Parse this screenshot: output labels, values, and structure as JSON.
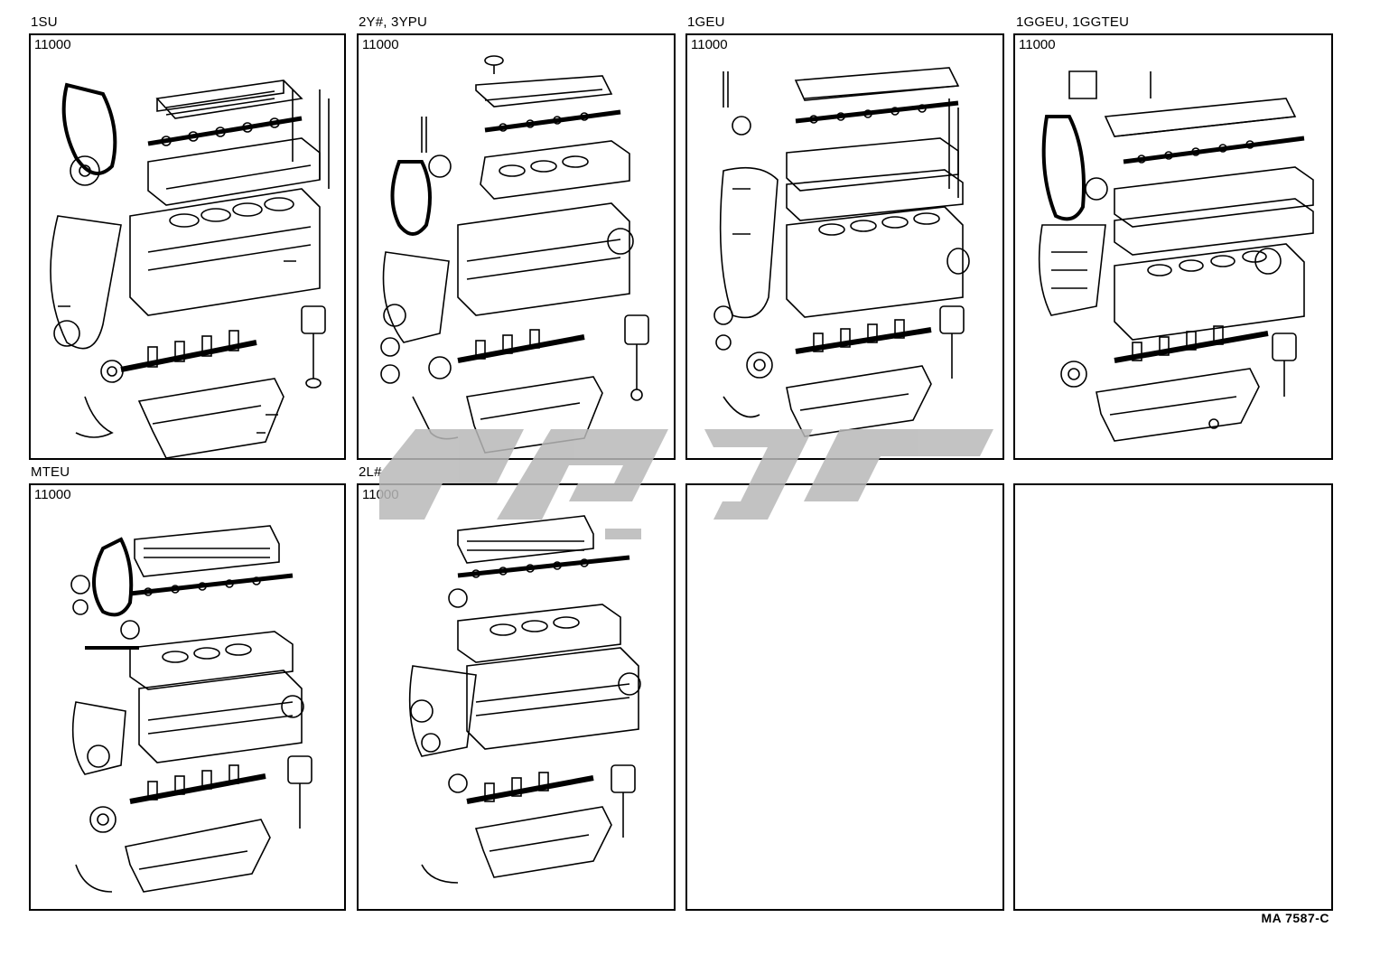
{
  "panels": [
    {
      "title": "1SU",
      "code": "11000"
    },
    {
      "title": "2Y#, 3YPU",
      "code": "11000"
    },
    {
      "title": "1GEU",
      "code": "11000"
    },
    {
      "title": "1GGEU, 1GGTEU",
      "code": "11000"
    },
    {
      "title": "MTEU",
      "code": "11000"
    },
    {
      "title": "2L#",
      "code": "11000"
    },
    {
      "title": "",
      "code": ""
    },
    {
      "title": "",
      "code": ""
    }
  ],
  "footer": {
    "ref": "MA  7587-C"
  },
  "icons": {
    "engine": "exploded-engine-diagram-icon",
    "watermark": "watermark-logo"
  }
}
